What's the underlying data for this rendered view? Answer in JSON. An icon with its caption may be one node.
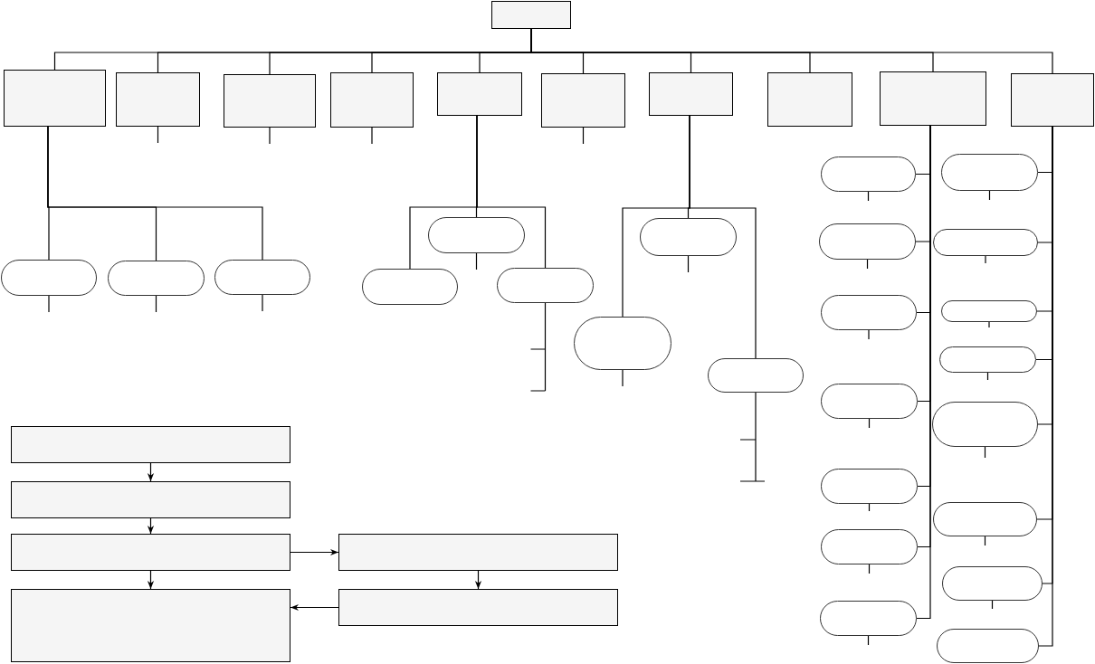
{
  "diagram": {
    "nodes": [
      {
        "text": [],
        "shape": "box"
      },
      {
        "text": [],
        "shape": "box"
      },
      {
        "text": [],
        "shape": "box"
      },
      {
        "text": [],
        "shape": "box"
      },
      {
        "text": [],
        "shape": "box"
      },
      {
        "text": [],
        "shape": "box"
      },
      {
        "text": [],
        "shape": "box"
      },
      {
        "text": [],
        "shape": "box"
      },
      {
        "text": [],
        "shape": "box"
      },
      {
        "text": [],
        "shape": "box"
      },
      {
        "text": [],
        "shape": "box"
      },
      {
        "text": [],
        "shape": "oval"
      },
      {
        "text": [],
        "shape": "oval"
      },
      {
        "text": [],
        "shape": "oval"
      },
      {
        "text": [],
        "shape": "oval"
      },
      {
        "text": [],
        "shape": "oval"
      },
      {
        "text": [],
        "shape": "oval"
      },
      {
        "text": [],
        "shape": "oval"
      },
      {
        "text": [],
        "shape": "oval"
      },
      {
        "text": [],
        "shape": "oval"
      },
      {
        "text": [],
        "shape": "oval"
      },
      {
        "text": [],
        "shape": "oval"
      },
      {
        "text": [],
        "shape": "oval"
      },
      {
        "text": [],
        "shape": "oval"
      },
      {
        "text": [],
        "shape": "oval"
      },
      {
        "text": [],
        "shape": "oval"
      },
      {
        "text": [],
        "shape": "oval"
      },
      {
        "text": [],
        "shape": "oval"
      },
      {
        "text": [],
        "shape": "oval"
      },
      {
        "text": [],
        "shape": "oval"
      },
      {
        "text": [],
        "shape": "oval"
      },
      {
        "text": [],
        "shape": "oval"
      },
      {
        "text": [],
        "shape": "oval"
      },
      {
        "text": [],
        "shape": "oval"
      },
      {
        "text": [],
        "shape": "oval"
      },
      {
        "text": [],
        "shape": "box"
      },
      {
        "text": [],
        "shape": "box"
      },
      {
        "text": [],
        "shape": "box"
      },
      {
        "text": [],
        "shape": "box"
      },
      {
        "text": [],
        "shape": "box"
      },
      {
        "text": [],
        "shape": "box"
      }
    ],
    "edges": [
      {
        "from": 0,
        "to": 1,
        "arrow": "none"
      },
      {
        "from": 0,
        "to": 2,
        "arrow": "none"
      },
      {
        "from": 0,
        "to": 3,
        "arrow": "none"
      },
      {
        "from": 0,
        "to": 4,
        "arrow": "none"
      },
      {
        "from": 0,
        "to": 5,
        "arrow": "none"
      },
      {
        "from": 0,
        "to": 6,
        "arrow": "none"
      },
      {
        "from": 0,
        "to": 7,
        "arrow": "none"
      },
      {
        "from": 0,
        "to": 8,
        "arrow": "none"
      },
      {
        "from": 0,
        "to": 9,
        "arrow": "none"
      },
      {
        "from": 0,
        "to": 10,
        "arrow": "none"
      },
      {
        "from": 1,
        "to": 11,
        "arrow": "none"
      },
      {
        "from": 1,
        "to": 12,
        "arrow": "none"
      },
      {
        "from": 1,
        "to": 13,
        "arrow": "none"
      },
      {
        "from": 5,
        "to": 14,
        "arrow": "none"
      },
      {
        "from": 5,
        "to": 15,
        "arrow": "none"
      },
      {
        "from": 5,
        "to": 16,
        "arrow": "none"
      },
      {
        "from": 7,
        "to": 17,
        "arrow": "none"
      },
      {
        "from": 7,
        "to": 18,
        "arrow": "none"
      },
      {
        "from": 7,
        "to": 19,
        "arrow": "none"
      },
      {
        "from": 9,
        "to": 20,
        "arrow": "none"
      },
      {
        "from": 9,
        "to": 21,
        "arrow": "none"
      },
      {
        "from": 9,
        "to": 22,
        "arrow": "none"
      },
      {
        "from": 9,
        "to": 23,
        "arrow": "none"
      },
      {
        "from": 9,
        "to": 24,
        "arrow": "none"
      },
      {
        "from": 9,
        "to": 25,
        "arrow": "none"
      },
      {
        "from": 9,
        "to": 26,
        "arrow": "none"
      },
      {
        "from": 10,
        "to": 27,
        "arrow": "none"
      },
      {
        "from": 10,
        "to": 28,
        "arrow": "none"
      },
      {
        "from": 10,
        "to": 29,
        "arrow": "none"
      },
      {
        "from": 10,
        "to": 30,
        "arrow": "none"
      },
      {
        "from": 10,
        "to": 31,
        "arrow": "none"
      },
      {
        "from": 10,
        "to": 32,
        "arrow": "none"
      },
      {
        "from": 10,
        "to": 33,
        "arrow": "none"
      },
      {
        "from": 10,
        "to": 34,
        "arrow": "none"
      },
      {
        "from": 35,
        "to": 36,
        "arrow": "to"
      },
      {
        "from": 36,
        "to": 37,
        "arrow": "to"
      },
      {
        "from": 37,
        "to": 39,
        "arrow": "to"
      },
      {
        "from": 37,
        "to": 38,
        "arrow": "to"
      },
      {
        "from": 38,
        "to": 40,
        "arrow": "to"
      },
      {
        "from": 40,
        "to": 39,
        "arrow": "to"
      },
      {
        "from": 2,
        "to": null,
        "arrow": "none"
      },
      {
        "from": 3,
        "to": null,
        "arrow": "none"
      },
      {
        "from": 4,
        "to": null,
        "arrow": "none"
      },
      {
        "from": 6,
        "to": null,
        "arrow": "none"
      },
      {
        "from": 11,
        "to": null,
        "arrow": "none"
      },
      {
        "from": 12,
        "to": null,
        "arrow": "none"
      },
      {
        "from": 13,
        "to": null,
        "arrow": "none"
      },
      {
        "from": 14,
        "to": null,
        "arrow": "none"
      },
      {
        "from": 16,
        "to": null,
        "arrow": "none"
      },
      {
        "from": 17,
        "to": null,
        "arrow": "none"
      },
      {
        "from": 18,
        "to": null,
        "arrow": "none"
      },
      {
        "from": 19,
        "to": null,
        "arrow": "none"
      },
      {
        "from": 20,
        "to": null,
        "arrow": "none"
      },
      {
        "from": 21,
        "to": null,
        "arrow": "none"
      },
      {
        "from": 22,
        "to": null,
        "arrow": "none"
      },
      {
        "from": 23,
        "to": null,
        "arrow": "none"
      },
      {
        "from": 24,
        "to": null,
        "arrow": "none"
      },
      {
        "from": 25,
        "to": null,
        "arrow": "none"
      },
      {
        "from": 26,
        "to": null,
        "arrow": "none"
      },
      {
        "from": 27,
        "to": null,
        "arrow": "none"
      },
      {
        "from": 28,
        "to": null,
        "arrow": "none"
      },
      {
        "from": 29,
        "to": null,
        "arrow": "none"
      },
      {
        "from": 30,
        "to": null,
        "arrow": "none"
      },
      {
        "from": 31,
        "to": null,
        "arrow": "none"
      },
      {
        "from": 32,
        "to": null,
        "arrow": "none"
      },
      {
        "from": 33,
        "to": null,
        "arrow": "none"
      }
    ]
  }
}
